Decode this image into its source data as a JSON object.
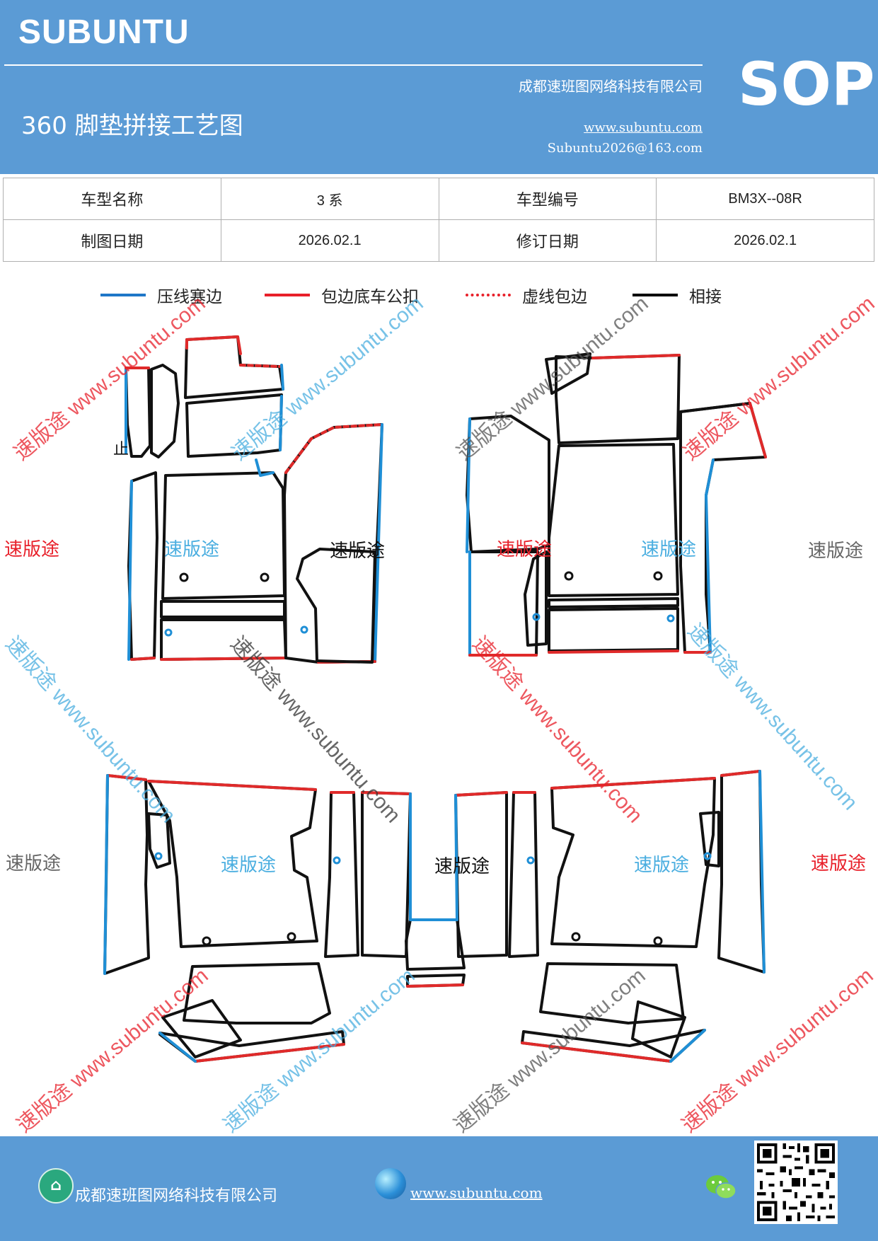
{
  "header": {
    "brand": "SUBUNTU",
    "company": "成都速班图网络科技有限公司",
    "sop": "SOP",
    "title": "360 脚垫拼接工艺图",
    "website": "www.subuntu.com",
    "email": "Subuntu2026@163.com"
  },
  "info_table": {
    "rows": [
      [
        "车型名称",
        "3 系",
        "车型编号",
        "BM3X--08R"
      ],
      [
        "制图日期",
        "2026.02.1",
        "修订日期",
        "2026.02.1"
      ]
    ]
  },
  "legend": [
    {
      "label": "压线塞边",
      "color": "#1f77c8",
      "style": "solid"
    },
    {
      "label": "包边底车公扣",
      "color": "#e8202a",
      "style": "solid"
    },
    {
      "label": "虚线包边",
      "color": "#e8202a",
      "style": "dotted"
    },
    {
      "label": "相接",
      "color": "#000000",
      "style": "solid"
    }
  ],
  "diagram": {
    "marker": "止",
    "watermark_word": "速版途",
    "watermark_long": "速版途 www.subuntu.com",
    "colors": {
      "blue": "#1f8fd6",
      "red": "#e02a2a",
      "black": "#111111",
      "wm_red": "#e8202a",
      "wm_blue": "#4aaee0",
      "wm_gray": "#666666"
    }
  },
  "footer": {
    "company": "成都速班图网络科技有限公司",
    "website": "www.subuntu.com",
    "icons": [
      "company-icon",
      "globe-icon",
      "wechat-icon",
      "qr-code"
    ]
  }
}
